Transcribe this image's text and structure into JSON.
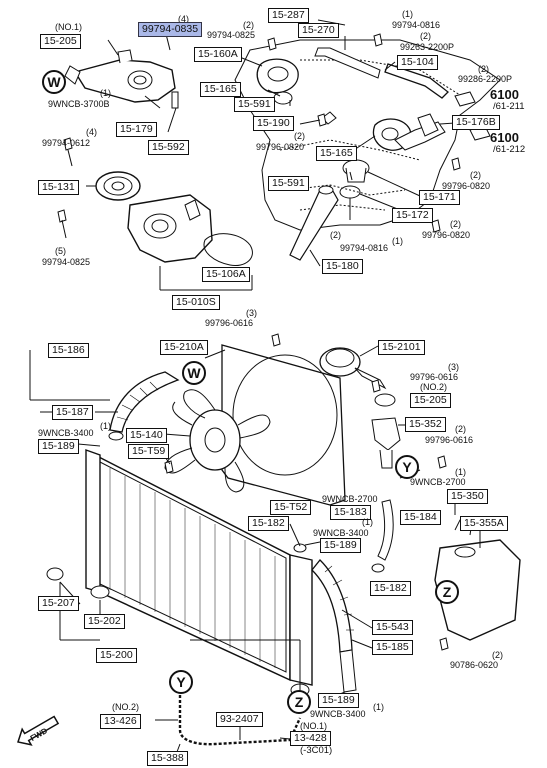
{
  "circle_markers": {
    "w": "W",
    "y": "Y",
    "z": "Z"
  },
  "fwd_label": "FWD",
  "parts": {
    "p15_287": "15-287",
    "p15_270": "15-270",
    "p15_205_top": "15-205",
    "p99794_0835": "99794-0835",
    "p15_160a": "15-160A",
    "p15_104": "15-104",
    "p15_165_a": "15-165",
    "p15_591_a": "15-591",
    "p15_179": "15-179",
    "p15_592": "15-592",
    "p15_190": "15-190",
    "p15_176b": "15-176B",
    "p15_165_b": "15-165",
    "p15_131": "15-131",
    "p15_591_b": "15-591",
    "p15_171": "15-171",
    "p15_172": "15-172",
    "p15_180": "15-180",
    "p15_106a": "15-106A",
    "p15_010s": "15-010S",
    "p15_186": "15-186",
    "p15_210a": "15-210A",
    "p15_2101": "15-2101",
    "p15_187": "15-187",
    "p15_205_mid": "15-205",
    "p15_140": "15-140",
    "p15_352": "15-352",
    "p15_189_a": "15-189",
    "p15_t59": "15-T59",
    "p15_350": "15-350",
    "p15_t52": "15-T52",
    "p15_183": "15-183",
    "p15_184": "15-184",
    "p15_355a": "15-355A",
    "p15_182_a": "15-182",
    "p15_189_b": "15-189",
    "p15_182_b": "15-182",
    "p15_207": "15-207",
    "p15_202": "15-202",
    "p15_543": "15-543",
    "p15_200": "15-200",
    "p15_185": "15-185",
    "p15_189_c": "15-189",
    "p13_426": "13-426",
    "p93_2407": "93-2407",
    "p13_428": "13-428",
    "p15_388": "15-388"
  },
  "callouts": {
    "c1": "(1)",
    "c2": "99794-0816",
    "c3": "(NO.1)",
    "c4": "(4)",
    "c5": "(2)",
    "c6": "99794-0825",
    "c7": "(2)",
    "c8": "99263-2200P",
    "c9": "(1)",
    "c10": "9WNCB-3700B",
    "c11": "(2)",
    "c12": "99286-2200P",
    "c13": "(2)",
    "c14": "99796-0820",
    "c15": "(4)",
    "c16": "99794-0612",
    "c17": "(2)",
    "c18": "99796-0820",
    "c19": "(2)",
    "c20": "99796-0820",
    "c21": "(2)",
    "c22": "99794-0816",
    "c23": "(1)",
    "c24": "(5)",
    "c25": "99794-0825",
    "c26": "(3)",
    "c27": "99796-0616",
    "c28": "(3)",
    "c29": "99796-0616",
    "c30": "(NO.2)",
    "c31": "(1)",
    "c32": "9WNCB-3400",
    "c33": "(2)",
    "c34": "99796-0616",
    "c35": "(1)",
    "c36": "9WNCB-2700",
    "c37": "9WNCB-2700",
    "c38": "(1)",
    "c39": "9WNCB-3400",
    "c40": "(1)",
    "c41": "(2)",
    "c42": "90786-0620",
    "c43": "9WNCB-3400",
    "c44": "(1)",
    "c45": "(NO.2)",
    "c46": "(NO.1)",
    "c47": "(-3C01)"
  },
  "refs": {
    "r6100_a": "6100",
    "r61_211": "/61-211",
    "r6100_b": "6100",
    "r61_212": "/61-212"
  }
}
